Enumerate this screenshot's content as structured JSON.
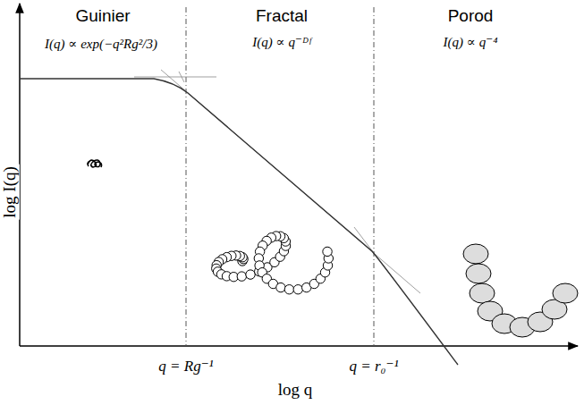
{
  "diagram": {
    "labels": [
      "Guinier",
      "Fractal",
      "Porod",
      "I(q) ∝ exp(−q²Rg²/3)",
      "I(q) ∝ q⁻ᴰᶠ",
      "I(q) ∝ q⁻⁴",
      "log I(q)",
      "q = Rg⁻¹",
      "q = r₀⁻¹",
      "log q"
    ]
  }
}
